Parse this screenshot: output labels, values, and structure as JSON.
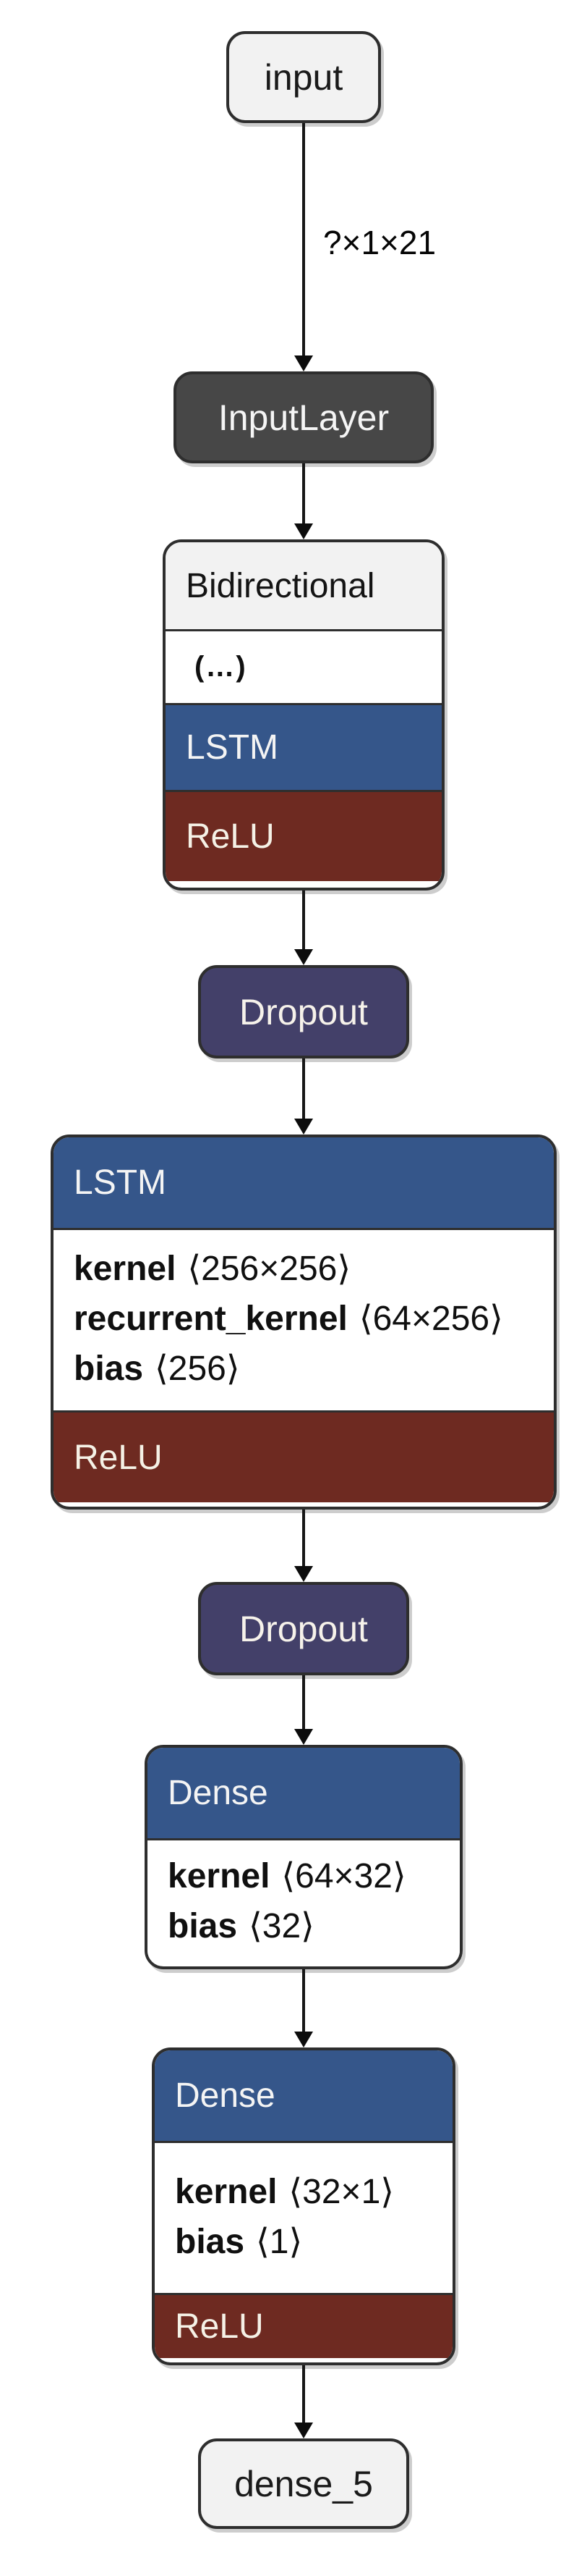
{
  "edges": {
    "input_shape_label": "?×1×21"
  },
  "nodes": {
    "input": {
      "label": "input"
    },
    "input_layer": {
      "label": "InputLayer"
    },
    "bidirectional": {
      "title": "Bidirectional",
      "collapsed_args": "(…)",
      "wrapped_layer": "LSTM",
      "activation": "ReLU"
    },
    "dropout_1": {
      "label": "Dropout"
    },
    "lstm": {
      "title": "LSTM",
      "params": [
        {
          "name": "kernel",
          "dims": "⟨256×256⟩"
        },
        {
          "name": "recurrent_kernel",
          "dims": "⟨64×256⟩"
        },
        {
          "name": "bias",
          "dims": "⟨256⟩"
        }
      ],
      "activation": "ReLU"
    },
    "dropout_2": {
      "label": "Dropout"
    },
    "dense_1": {
      "title": "Dense",
      "params": [
        {
          "name": "kernel",
          "dims": "⟨64×32⟩"
        },
        {
          "name": "bias",
          "dims": "⟨32⟩"
        }
      ]
    },
    "dense_2": {
      "title": "Dense",
      "params": [
        {
          "name": "kernel",
          "dims": "⟨32×1⟩"
        },
        {
          "name": "bias",
          "dims": "⟨1⟩"
        }
      ],
      "activation": "ReLU"
    },
    "output": {
      "label": "dense_5"
    }
  },
  "colors": {
    "header_blue": "#35568a",
    "relu_red": "#6e2a21",
    "dropout_purple": "#434069",
    "input_layer_gray": "#474747",
    "node_light_gray": "#f2f2f2",
    "node_border": "#2e2e2e",
    "edge_black": "#161616"
  }
}
